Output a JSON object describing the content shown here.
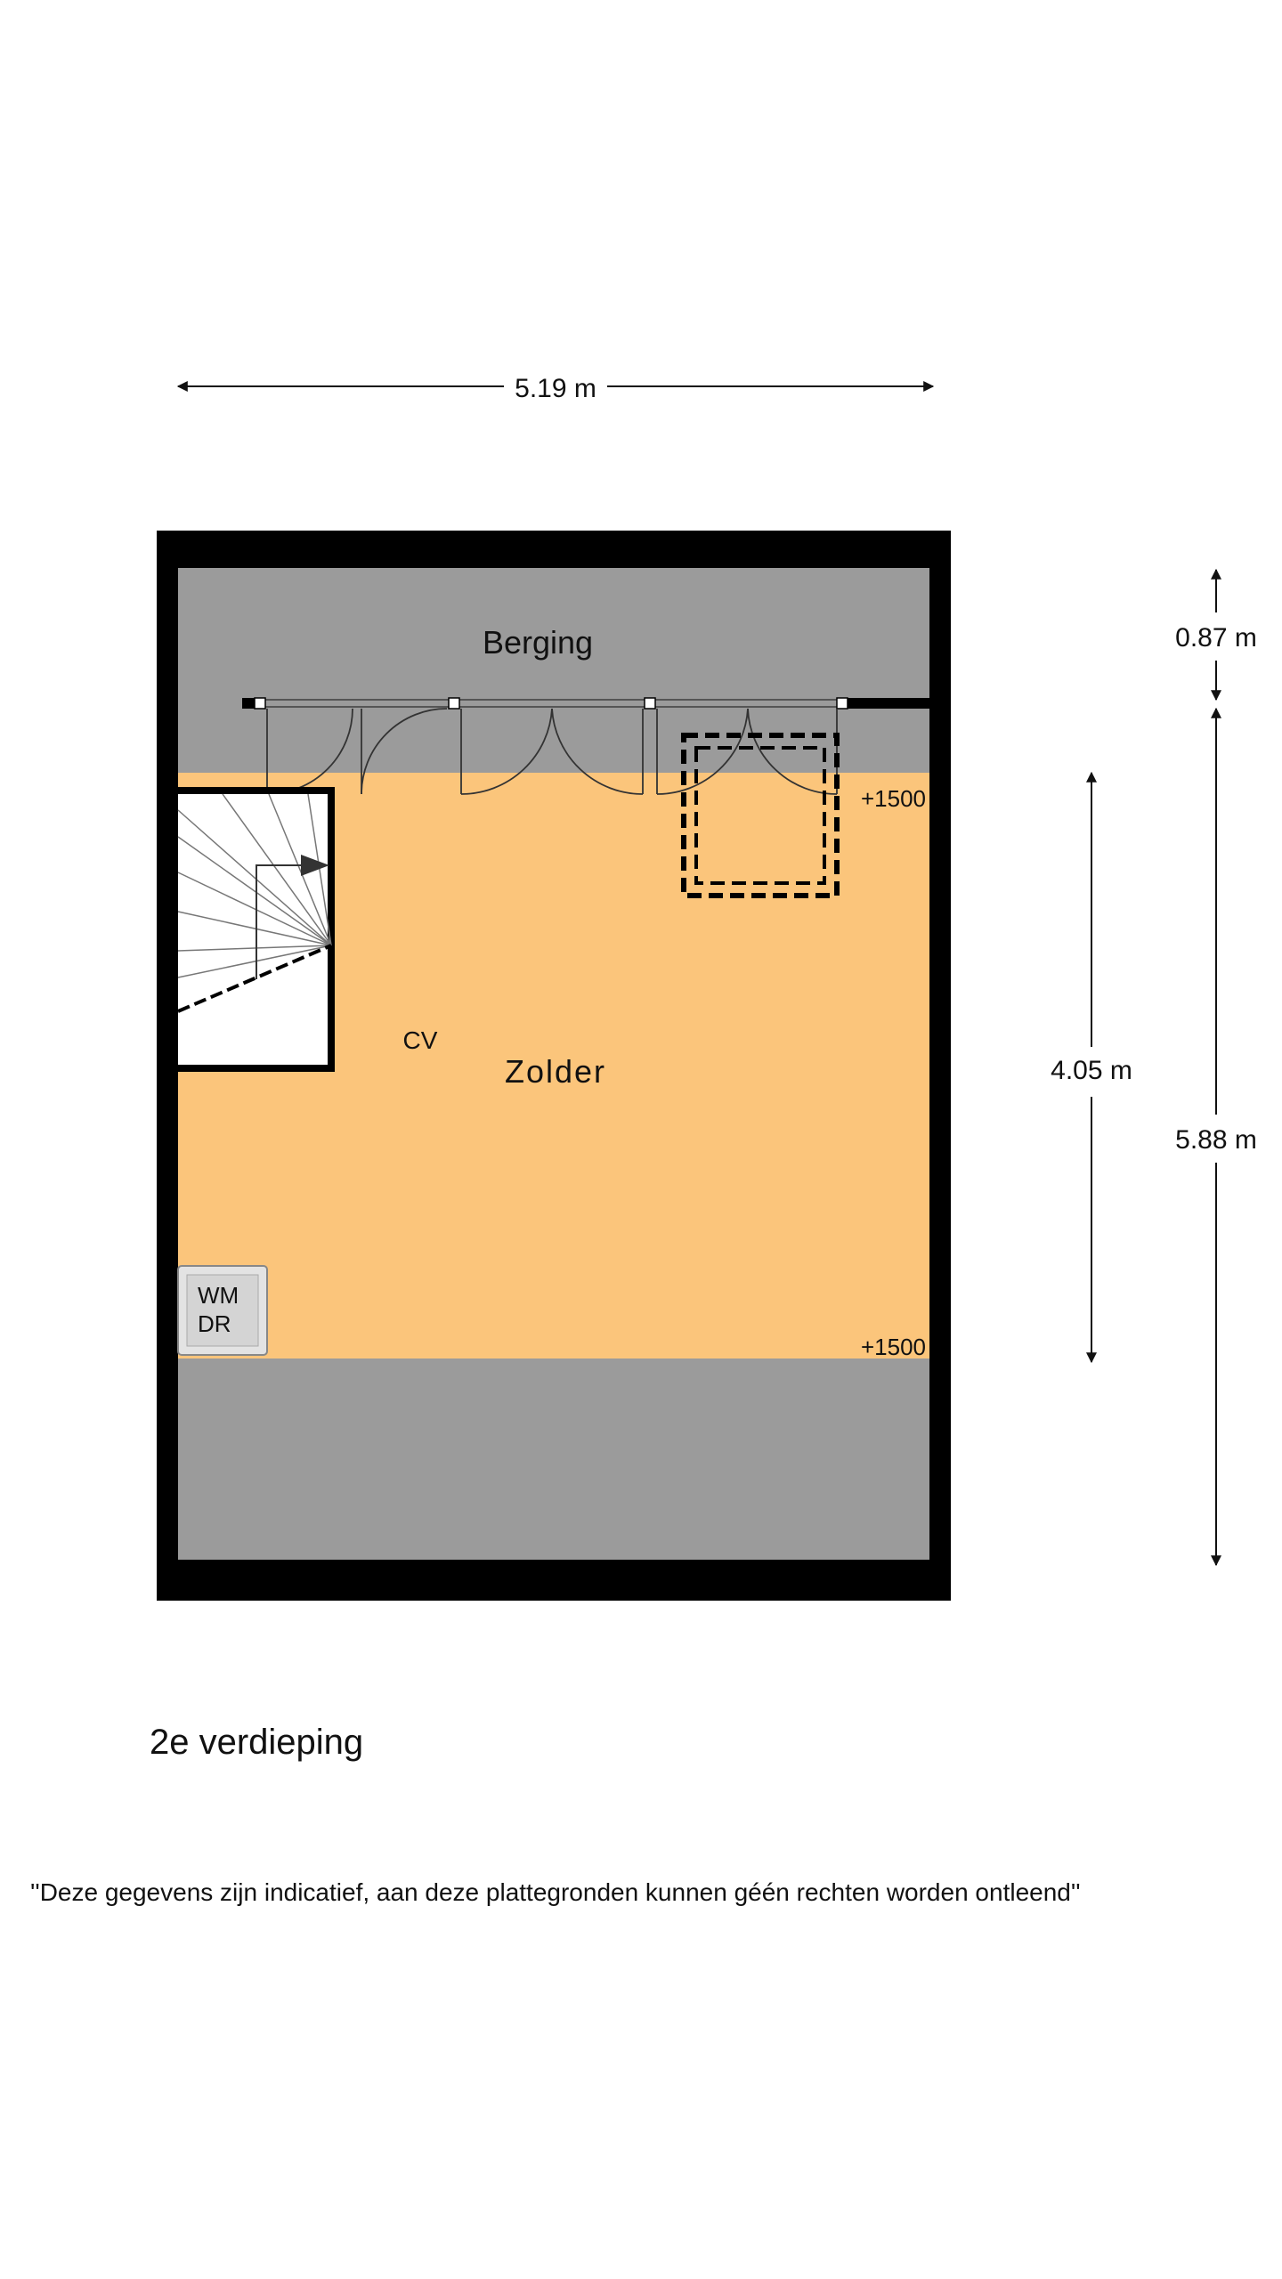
{
  "floor": {
    "title": "2e verdieping",
    "disclaimer": "''Deze gegevens zijn indicatief, aan deze plattegronden kunnen géén rechten worden ontleend''"
  },
  "dimensions": {
    "width": "5.19 m",
    "storage_depth": "0.87 m",
    "attic_depth": "4.05 m",
    "total_depth": "5.88 m"
  },
  "rooms": {
    "storage": "Berging",
    "attic": "Zolder"
  },
  "labels": {
    "cv": "CV",
    "wm": "WM",
    "dr": "DR",
    "height_top": "+1500",
    "height_bottom": "+1500"
  },
  "colors": {
    "wall": "#000000",
    "attic_floor": "#fbc57b",
    "low_ceiling": "#9b9b9b",
    "stair": "#ffffff"
  }
}
